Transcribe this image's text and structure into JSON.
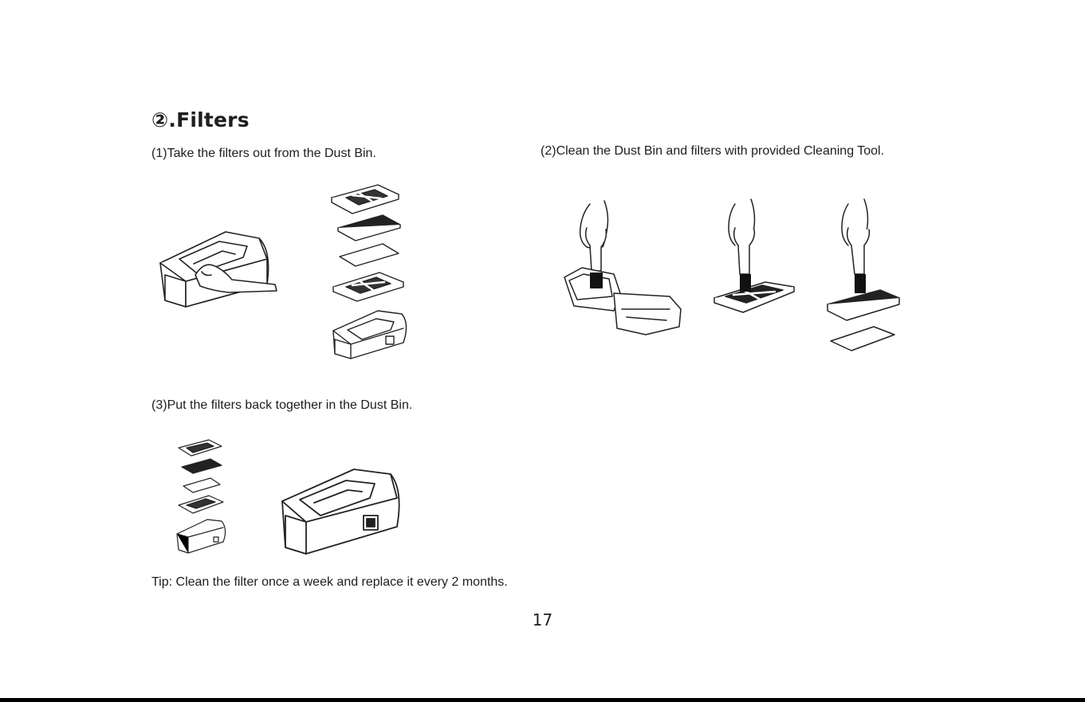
{
  "section": {
    "title": "②.Filters"
  },
  "steps": [
    {
      "number": "(1)",
      "text": "Take the filters out from the Dust Bin."
    },
    {
      "number": "(2)",
      "text": "Clean the Dust Bin and filters with provided Cleaning Tool."
    },
    {
      "number": "(3)",
      "text": "Put the filters back together in the Dust Bin."
    }
  ],
  "tip": "Tip: Clean the filter once a week and replace it every 2 months.",
  "page_number": "17"
}
